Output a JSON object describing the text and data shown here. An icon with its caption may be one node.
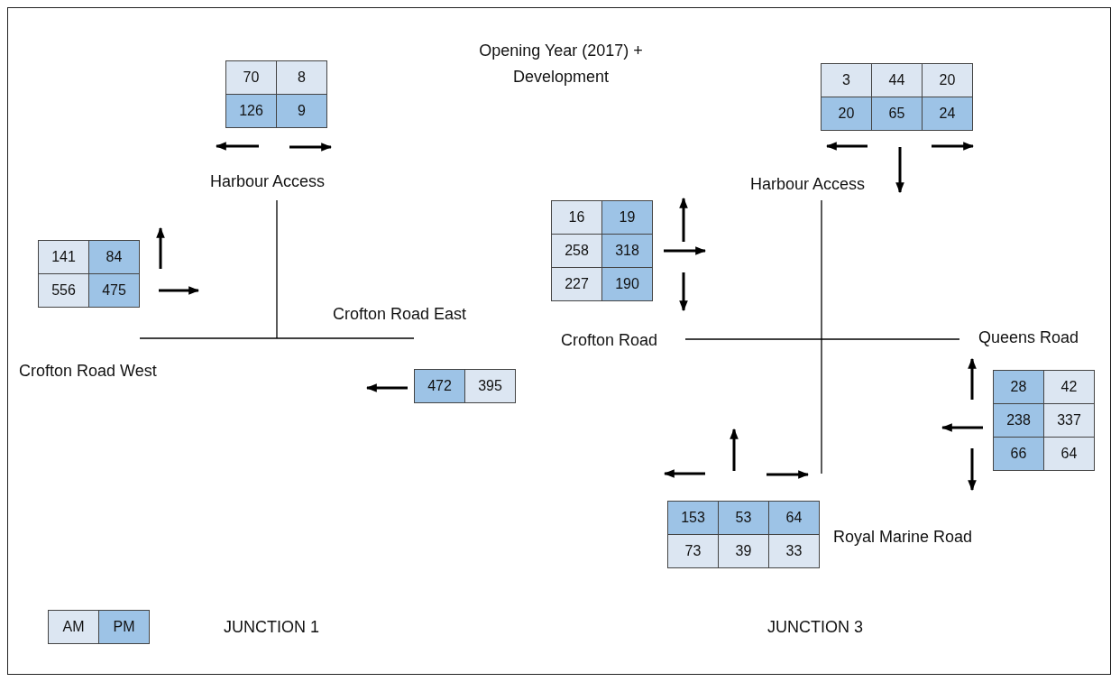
{
  "diagram": {
    "title": "Opening Year (2017) + Development",
    "labels": [
      "70",
      "8",
      "126",
      "9",
      "Harbour Access",
      "141",
      "84",
      "556",
      "475",
      "Crofton Road East",
      "Crofton Road West",
      "472",
      "395",
      "3",
      "44",
      "20",
      "20",
      "65",
      "24",
      "Harbour Access",
      "16",
      "19",
      "258",
      "318",
      "227",
      "190",
      "Crofton Road",
      "Queens Road",
      "28",
      "42",
      "238",
      "337",
      "66",
      "64",
      "153",
      "53",
      "64",
      "73",
      "39",
      "33",
      "Royal Marine Road",
      "JUNCTION 1",
      "JUNCTION 3"
    ],
    "legend": [
      {
        "text": "AM",
        "color": "#dce6f2"
      },
      {
        "text": "PM",
        "color": "#9dc3e6"
      }
    ]
  }
}
